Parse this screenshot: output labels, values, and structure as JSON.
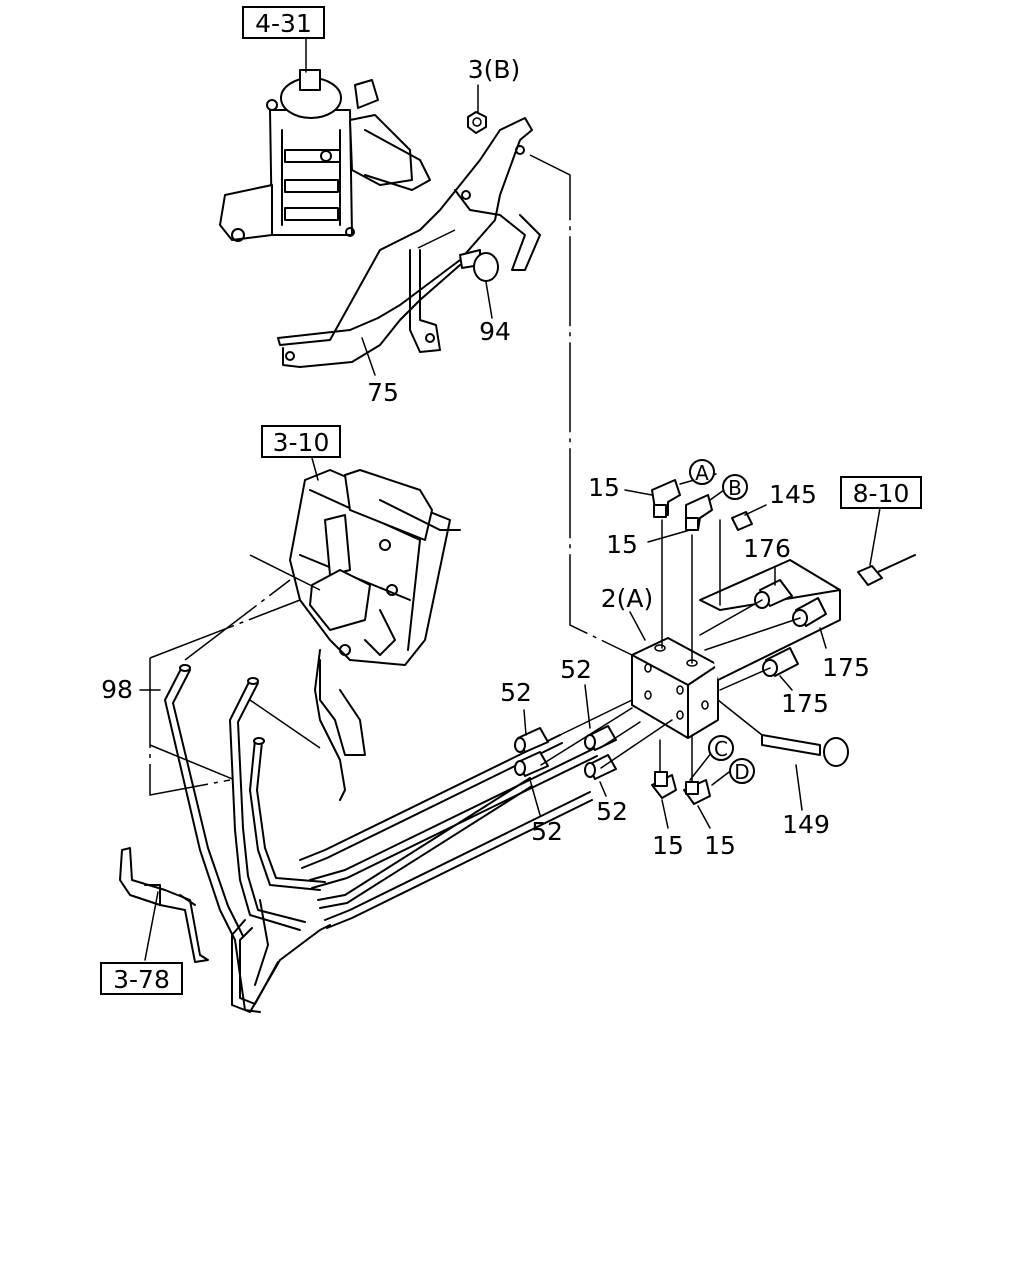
{
  "refs": {
    "r431": "4-31",
    "r310": "3-10",
    "r810": "8-10",
    "r378": "3-78"
  },
  "callouts": {
    "c3b": "3(B)",
    "c94": "94",
    "c75": "75",
    "c98": "98",
    "c15a": "15",
    "c15b": "15",
    "c15c": "15",
    "c15d": "15",
    "c145": "145",
    "c176": "176",
    "c2a": "2(A)",
    "c175a": "175",
    "c175b": "175",
    "c149": "149",
    "c52a": "52",
    "c52b": "52",
    "c52c": "52",
    "c52d": "52"
  },
  "circles": {
    "a": "A",
    "b": "B",
    "c": "C",
    "d": "D"
  }
}
